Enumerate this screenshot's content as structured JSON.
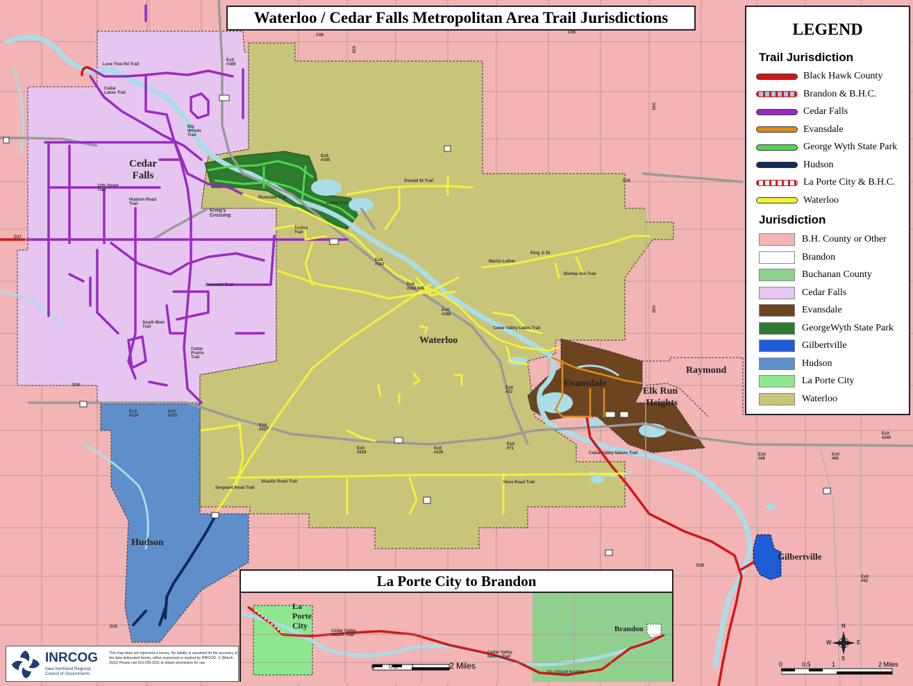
{
  "title": "Waterloo / Cedar Falls Metropolitan Area Trail Jurisdictions",
  "colors": {
    "county": "#f2b4b4",
    "cedar_falls_area": "#e6c6f0",
    "waterloo_area": "#c8c47a",
    "evansdale_area": "#6b4420",
    "hudson_area": "#5f8fca",
    "george_wyth_area": "#2e7a2e",
    "gilbertville_area": "#1e5bd6",
    "la_porte_city_area": "#8ee68e",
    "buchanan_area": "#8fd08f",
    "black_hawk_trail": "#d01818",
    "cedar_falls_trail": "#9a2ac4",
    "evansdale_trail": "#d98c1a",
    "george_wyth_trail": "#4ed64e",
    "hudson_trail": "#102a5c",
    "waterloo_trail": "#f2f23c",
    "road": "#9a9a9a",
    "water": "#a9dde8"
  },
  "legend": {
    "heading": "LEGEND",
    "trail_heading": "Trail Jurisdiction",
    "trails": [
      {
        "label": "Black Hawk County",
        "color": "#d01818",
        "dashed": false
      },
      {
        "label": "Brandon & B.H.C.",
        "color": "#d01818",
        "dashed": true,
        "dash": "#a8c4e0"
      },
      {
        "label": "Cedar Falls",
        "color": "#9a2ac4",
        "dashed": false
      },
      {
        "label": "Evansdale",
        "color": "#d98c1a",
        "dashed": false
      },
      {
        "label": "George Wyth State Park",
        "color": "#4ed64e",
        "dashed": false
      },
      {
        "label": "Hudson",
        "color": "#102a5c",
        "dashed": false
      },
      {
        "label": "La Porte City & B.H.C.",
        "color": "#d01818",
        "dashed": true,
        "dash": "#ffffff"
      },
      {
        "label": "Waterloo",
        "color": "#f2f23c",
        "dashed": false
      }
    ],
    "jurisdiction_heading": "Jurisdiction",
    "jurisdictions": [
      {
        "label": "B.H. County or Other",
        "color": "#f2b4b4"
      },
      {
        "label": "Brandon",
        "color": "#ffffff"
      },
      {
        "label": "Buchanan County",
        "color": "#8fd08f"
      },
      {
        "label": "Cedar Falls",
        "color": "#e6c6f0"
      },
      {
        "label": "Evansdale",
        "color": "#6b4420"
      },
      {
        "label": "GeorgeWyth State Park",
        "color": "#2e7a2e"
      },
      {
        "label": "Gilbertville",
        "color": "#1e5bd6"
      },
      {
        "label": "Hudson",
        "color": "#5f8fca"
      },
      {
        "label": "La Porte City",
        "color": "#8ee68e"
      },
      {
        "label": "Waterloo",
        "color": "#c8c47a"
      }
    ]
  },
  "places": {
    "cedar_falls": "Cedar\nFalls",
    "waterloo": "Waterloo",
    "evansdale": "Evansdale",
    "elk_run": "Elk Run\nHeights",
    "raymond": "Raymond",
    "hudson": "Hudson",
    "gilbertville": "Gilbertville"
  },
  "trail_labels": {
    "lone_tree": "Lone Tree Rd Trail",
    "cedar_lakes": "Cedar\nLakes Trail",
    "big_woods": "Big\nWoods\nTrail",
    "twelfth_street": "12th Street\nTrail",
    "hudson_road": "Hudson Road\nTrail",
    "kriegs": "Krieg's\nCrossing",
    "greenhill": "Greenhill Trail",
    "cedar_prairie": "Cedar\nPrairie\nTrail",
    "south_main": "South Main\nTrail",
    "riverside": "Riverside Trail",
    "trolley": "Trolley\nTrail",
    "lakes": "Lakes Trail",
    "donald_st": "Donald St Trail",
    "martin_luther": "Martin Luther",
    "king_jr": "King Jr Dr",
    "bishop": "Bishop Ave Trail",
    "cedar_valley_lakes": "Cedar Valley Lakes Trail",
    "sergeant_road": "Sergeant Road Trail",
    "shaulis": "Shaulis Road Trail",
    "hess": "Hess Road Trail",
    "cedar_valley_nature": "Cedar Valley Nature Trail"
  },
  "exits": [
    "Exit\n#189",
    "Exit\n#185",
    "Exit\n#182",
    "Exit\n#182 A/B",
    "Exit\n#180",
    "Exit\n#72",
    "Exit\n#71",
    "Exit\n#227",
    "Exit\n#229",
    "Exit\n#230",
    "Exit\n#224",
    "Exit\n#225",
    "Exit\n#66",
    "Exit\n#65",
    "Exit\n#240",
    "Exit\n#62"
  ],
  "roads": [
    "C66",
    "C66",
    "D16",
    "D17",
    "D19",
    "D35",
    "D38",
    "V25",
    "V43",
    "V43"
  ],
  "inset": {
    "title": "La Porte City to Brandon",
    "la_porte_city": "La\nPorte\nCity",
    "brandon": "Brandon",
    "trail1": "Cedar Valley\nNature Trail",
    "trail2": "Cedar Valley\nNature Trail",
    "to_cedar_rapids": "TO CEDAR RAPIDS",
    "scale": [
      "0",
      "0.5",
      "1",
      "2 Miles"
    ]
  },
  "main_scale": [
    "0",
    "0.5",
    "1",
    "2 Miles"
  ],
  "logo": {
    "name": "INRCOG",
    "subtitle": "Iowa Northland Regional\nCouncil of Governments",
    "disclaimer": "This map does not represent a survey. No liability is assumed for the accuracy of the data delineated herein, either expressed or implied by INRCOG. © (March 2022) Please call 319-235-0311 to obtain permission for use."
  },
  "compass": {
    "n": "N",
    "s": "S",
    "e": "E",
    "w": "W"
  }
}
